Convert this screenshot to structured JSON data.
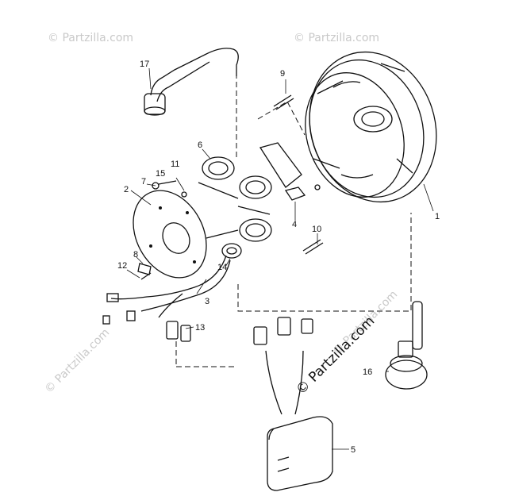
{
  "watermarks": {
    "top_left": "© Partzilla.com",
    "top_right": "© Partzilla.com",
    "left_bottom": "© Partzilla.com",
    "center_small": "© Partzilla.com",
    "center_large": "© Partzilla.com"
  },
  "part_labels": {
    "p1": "1",
    "p2": "2",
    "p3": "3",
    "p4": "4",
    "p5": "5",
    "p6": "6",
    "p7": "7",
    "p8": "8",
    "p9": "9",
    "p10": "10",
    "p11": "11",
    "p12": "12",
    "p13": "13",
    "p14": "14",
    "p15": "15",
    "p16": "16",
    "p17": "17"
  }
}
